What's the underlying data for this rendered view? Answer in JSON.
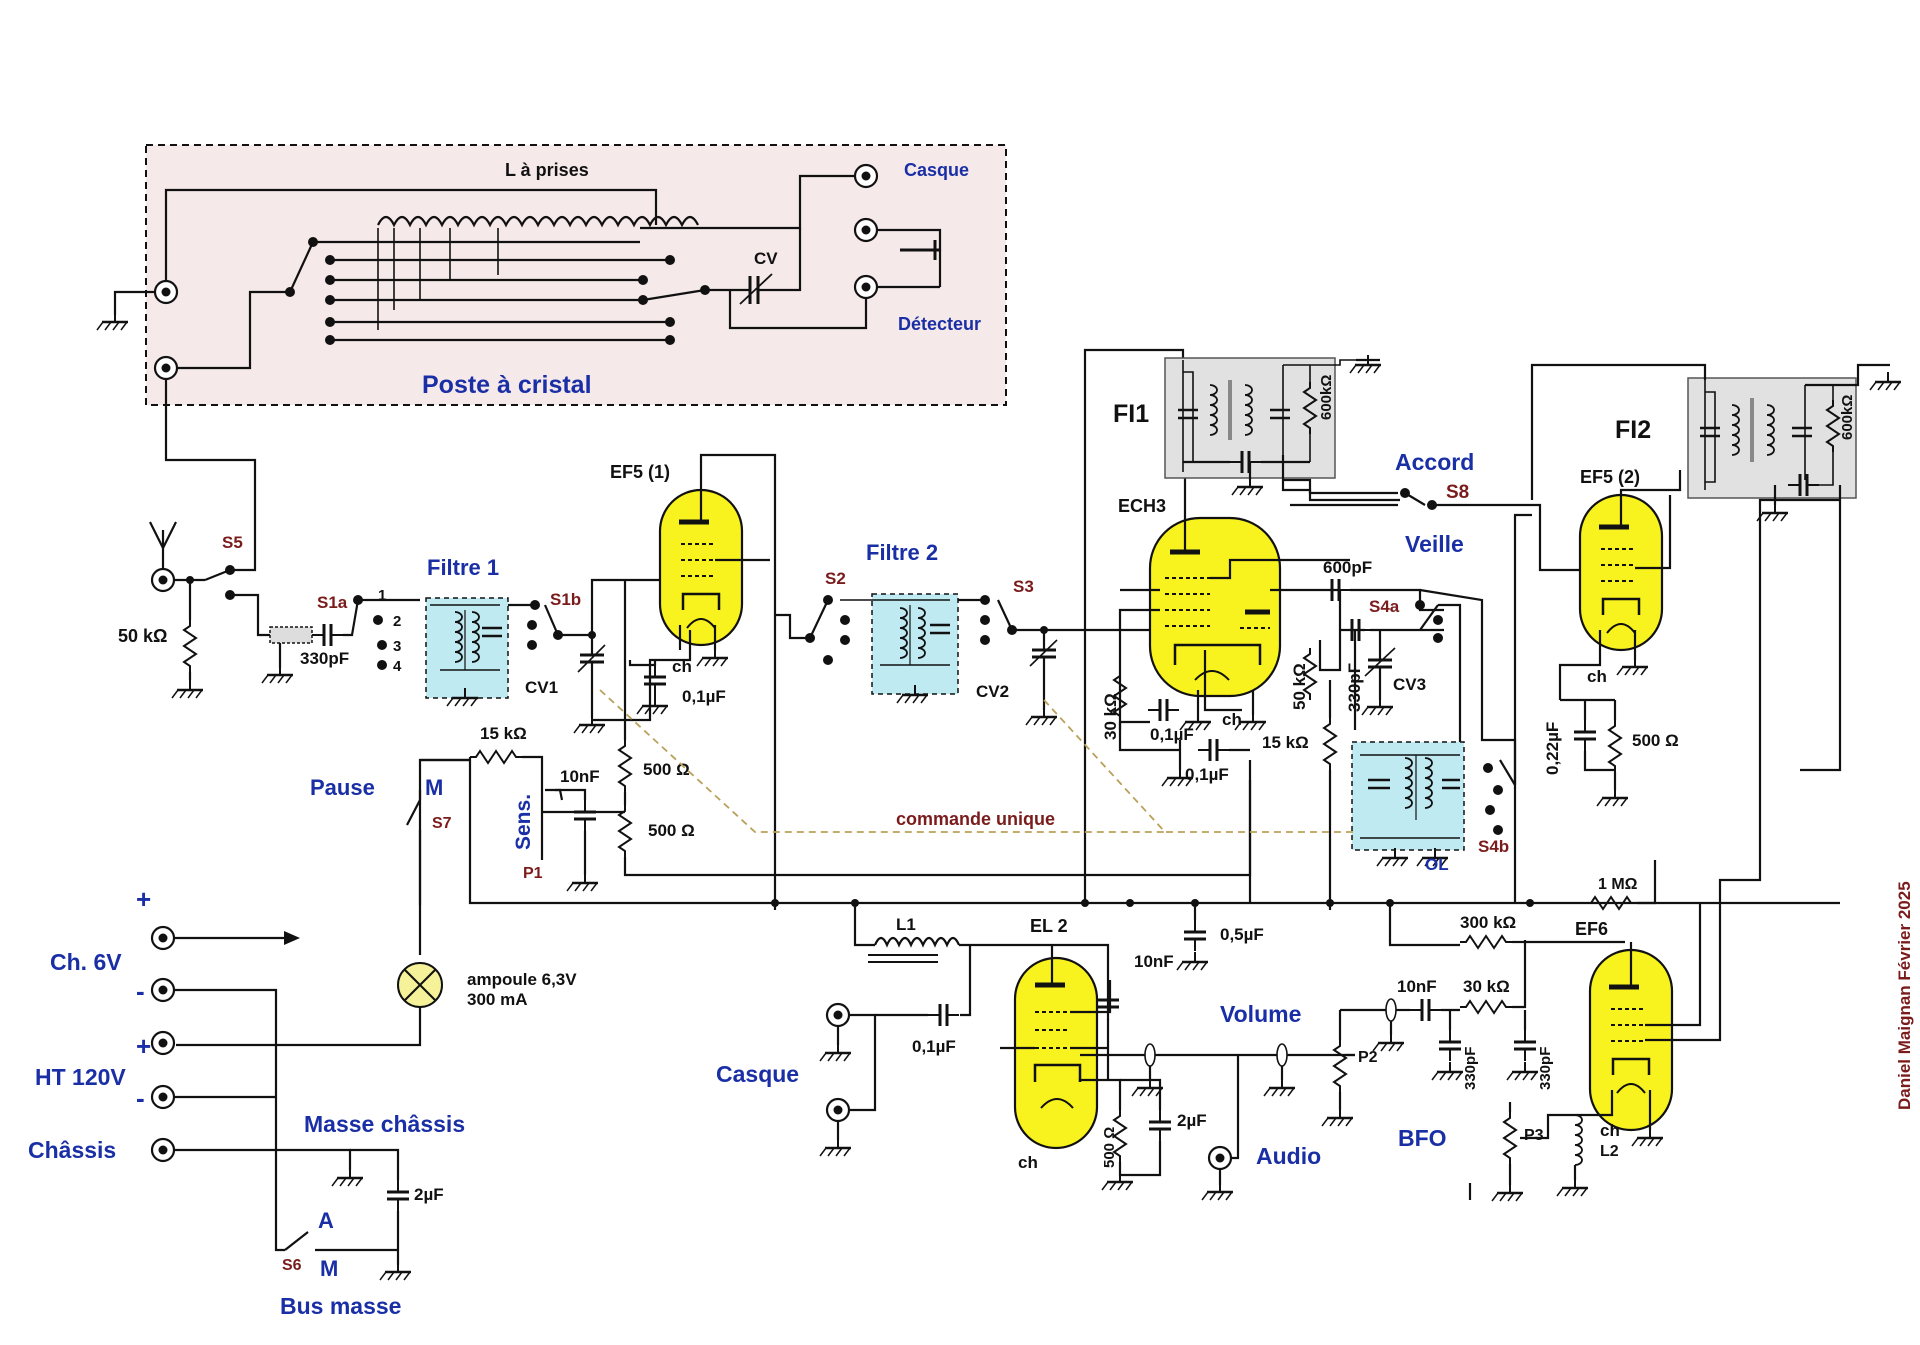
{
  "crystal_set": {
    "title": "Poste à cristal",
    "coil": "L à prises",
    "cap": "CV",
    "headphone": "Casque",
    "detector": "Détecteur"
  },
  "stages": {
    "ef5_1": "EF5 (1)",
    "ef5_2": "EF5 (2)",
    "ech3": "ECH3",
    "el2": "EL 2",
    "ef6": "EF6",
    "fi1": "FI1",
    "fi2": "FI2",
    "filter1": "Filtre 1",
    "filter2": "Filtre 2",
    "ol": "OL",
    "accord": "Accord",
    "veille": "Veille",
    "commande": "commande unique"
  },
  "switches": {
    "s1a": "S1a",
    "s1b": "S1b",
    "s2": "S2",
    "s3": "S3",
    "s4a": "S4a",
    "s4b": "S4b",
    "s5": "S5",
    "s6": "S6",
    "s7": "S7",
    "s8": "S8",
    "pos1": "1",
    "pos2": "2",
    "pos3": "3",
    "pos4": "4",
    "m_pause": "M",
    "a_bus": "A",
    "m_bus": "M"
  },
  "components": {
    "r50k": "50 kΩ",
    "c330_in": "330pF",
    "cv1": "CV1",
    "cv2": "CV2",
    "cv3": "CV3",
    "ch1": "ch",
    "c01_ef5": "0,1µF",
    "r15k_sens": "15 kΩ",
    "c10n_sens": "10nF",
    "r500_a": "500 Ω",
    "r500_b": "500 Ω",
    "sens": "Sens.",
    "p1": "P1",
    "fi1_r": "600kΩ",
    "fi2_r": "600kΩ",
    "c600p": "600pF",
    "r30k_ech": "30 kΩ",
    "c01_ech_a": "0,1µF",
    "c01_ech_b": "0,1µF",
    "ch_ech": "ch",
    "r50k_osc": "50 kΩ",
    "c330_osc": "330pF",
    "r15k_osc": "15 kΩ",
    "c022": "0,22µF",
    "ch_ef52": "ch",
    "r500_ef52": "500 Ω",
    "r1m": "1 MΩ",
    "r300k": "300 kΩ",
    "c05": "0,5µF",
    "l1": "L1",
    "c10n_el2": "10nF",
    "c01_casque": "0,1µF",
    "casque": "Casque",
    "r500_el2": "500 Ω",
    "c2u_el2": "2µF",
    "ch_el2": "ch",
    "audio": "Audio",
    "volume": "Volume",
    "p2": "P2",
    "c10n_vol": "10nF",
    "r30k_vol": "30 kΩ",
    "c330_a": "330pF",
    "c330_b": "330pF",
    "bfo": "BFO",
    "p3": "P3",
    "ch_ef6": "ch",
    "l2": "L2"
  },
  "power": {
    "ch6v": "Ch. 6V",
    "ht120": "HT 120V",
    "chassis": "Châssis",
    "plus": "+",
    "minus": "-",
    "pause": "Pause",
    "lamp1": "ampoule 6,3V",
    "lamp2": "300 mA",
    "masse_chassis": "Masse châssis",
    "c2u_masse": "2µF",
    "bus_masse": "Bus masse"
  },
  "signature": "Daniel Maignan Février 2025"
}
